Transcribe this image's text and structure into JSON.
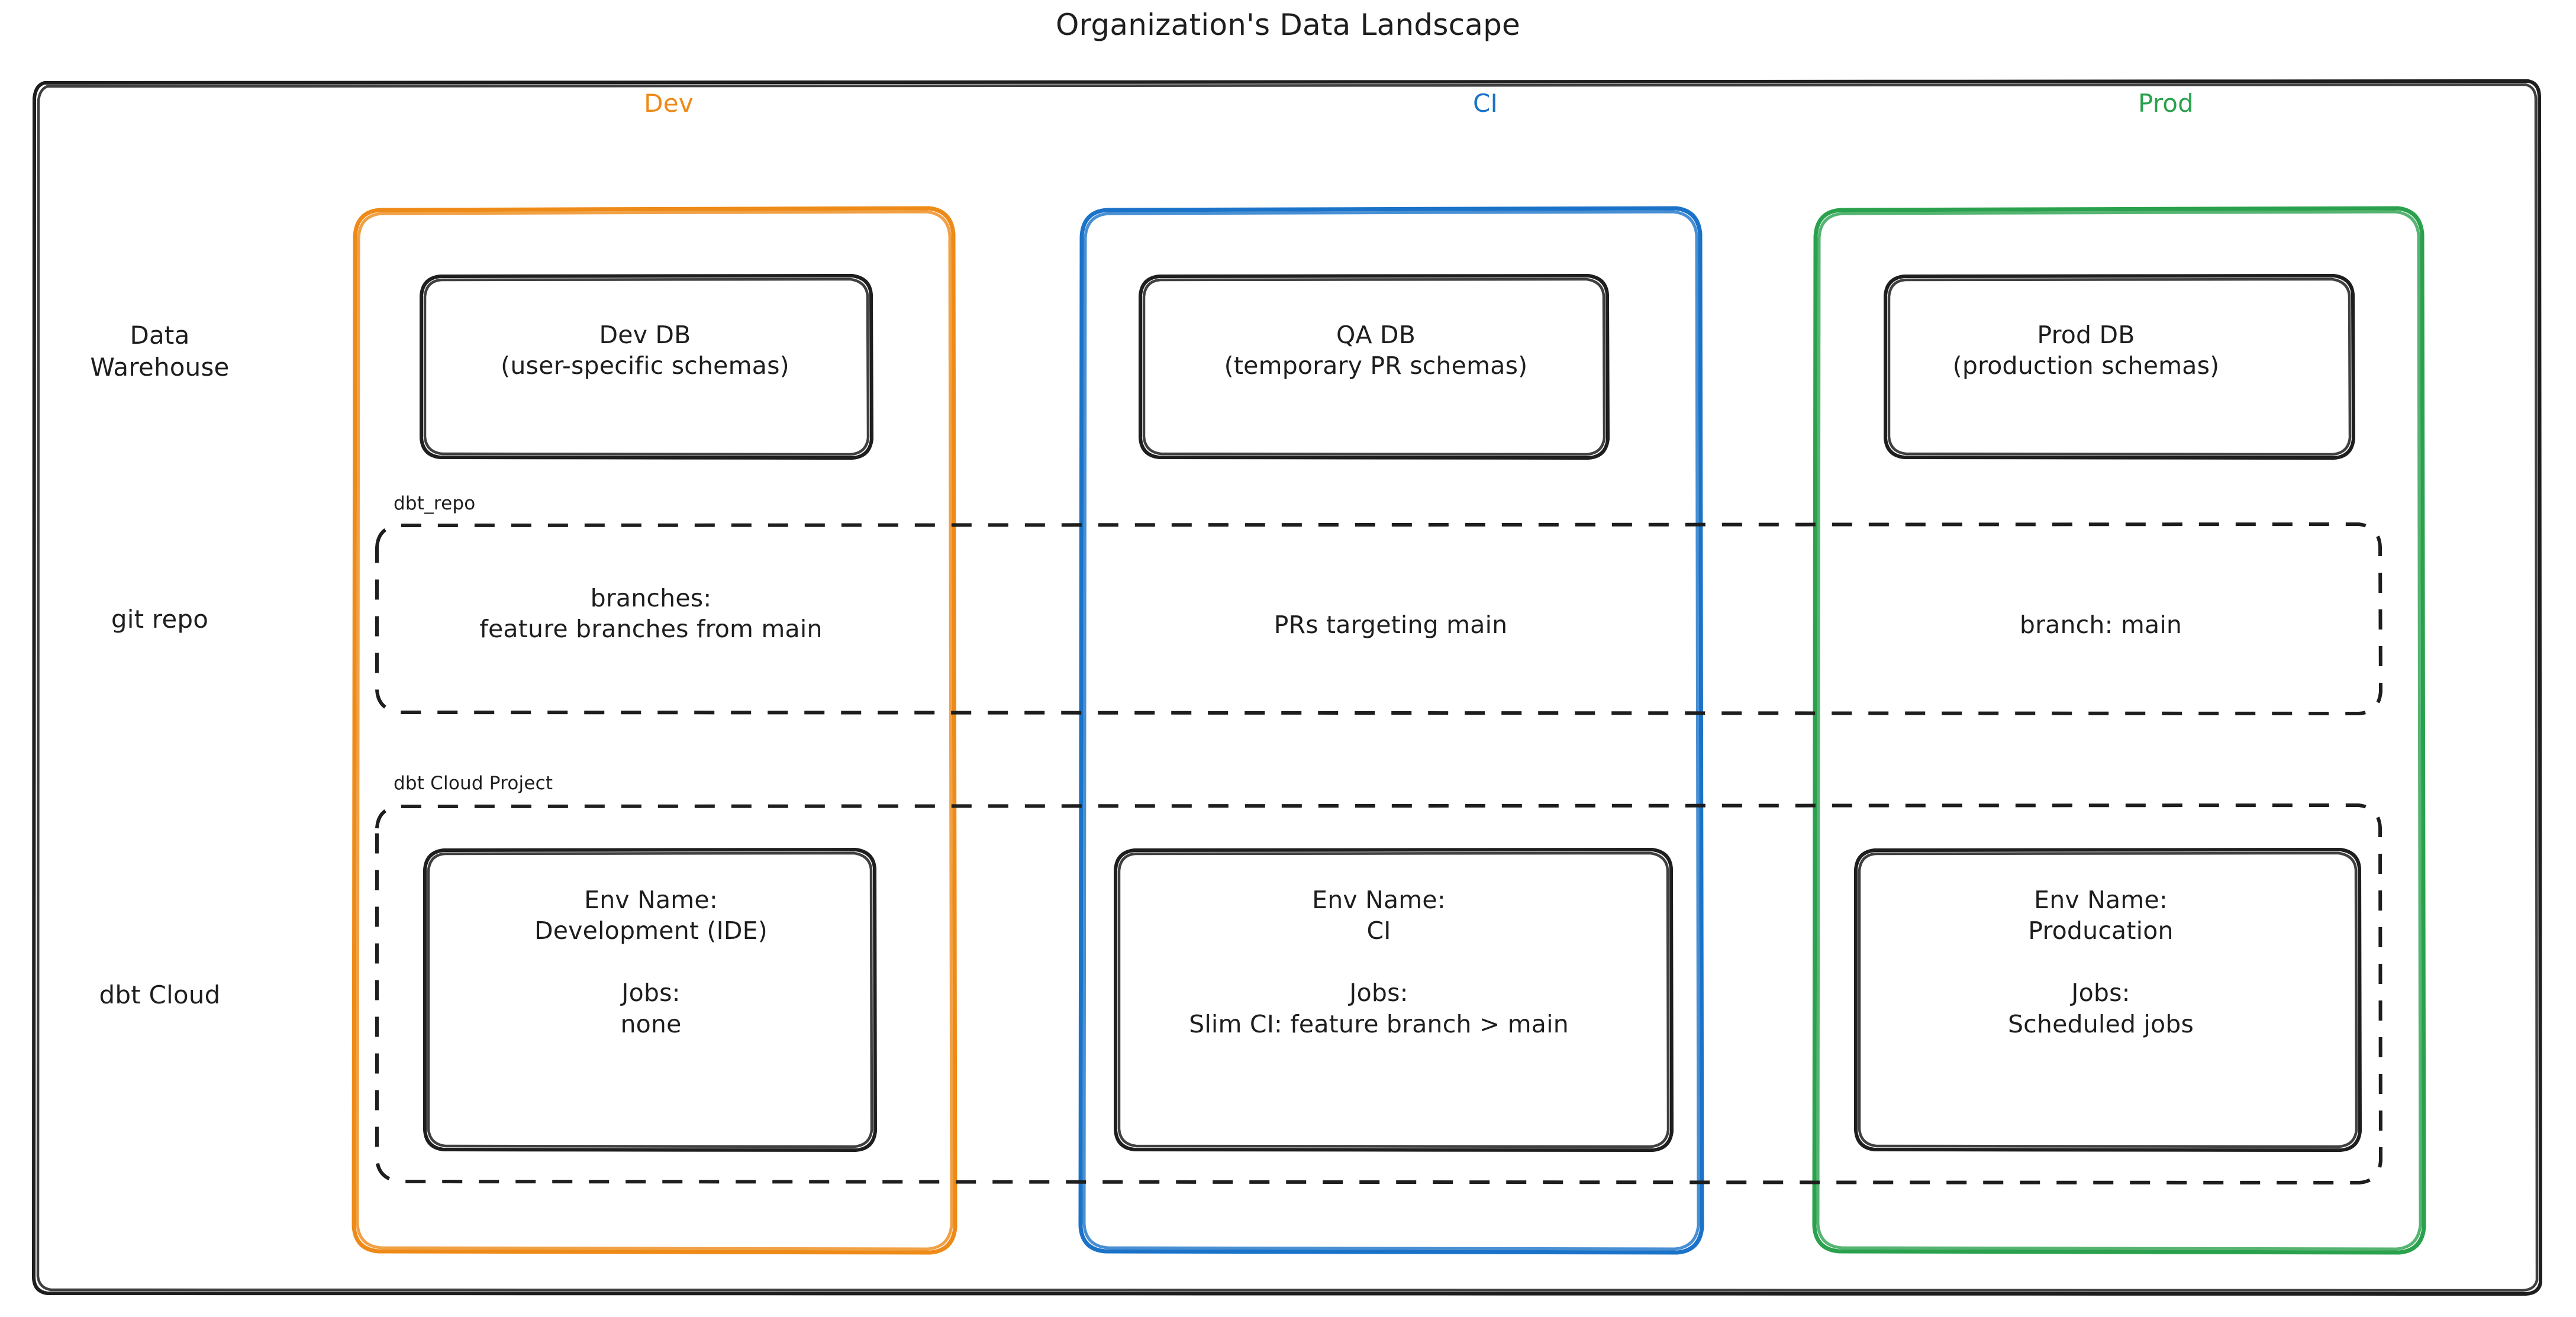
{
  "diagram": {
    "title": "Organization's Data Landscape",
    "type": "flowchart",
    "style": "hand-drawn"
  },
  "colors": {
    "dev": "#ee8a17",
    "ci": "#1a73c8",
    "prod": "#2aa14d",
    "stroke": "#1e1e1e",
    "background": "#ffffff"
  },
  "columns": [
    {
      "id": "dev",
      "header": "Dev",
      "color": "#ee8a17"
    },
    {
      "id": "ci",
      "header": "CI",
      "color": "#1a73c8"
    },
    {
      "id": "prod",
      "header": "Prod",
      "color": "#2aa14d"
    }
  ],
  "rows": [
    {
      "id": "data-warehouse",
      "label": "Data\nWarehouse"
    },
    {
      "id": "git-repo",
      "label": "git repo"
    },
    {
      "id": "dbt-cloud",
      "label": "dbt Cloud"
    }
  ],
  "groups": [
    {
      "id": "dbt-repo",
      "label": "dbt_repo",
      "border": "dashed"
    },
    {
      "id": "dbt-cloud-project",
      "label": "dbt Cloud Project",
      "border": "dashed"
    }
  ],
  "nodes": {
    "data_warehouse": {
      "dev": "Dev DB\n(user-specific schemas)",
      "ci": "QA DB\n(temporary PR schemas)",
      "prod": "Prod DB\n(production schemas)"
    },
    "git_repo": {
      "dev": "branches:\nfeature branches from main",
      "ci": "PRs targeting main",
      "prod": "branch: main"
    },
    "dbt_cloud": {
      "dev": "Env Name:\nDevelopment (IDE)\n\nJobs:\nnone",
      "ci": "Env Name:\nCI\n\nJobs:\nSlim CI: feature branch > main",
      "prod": "Env Name:\nProducation\n\nJobs:\nScheduled jobs"
    }
  }
}
